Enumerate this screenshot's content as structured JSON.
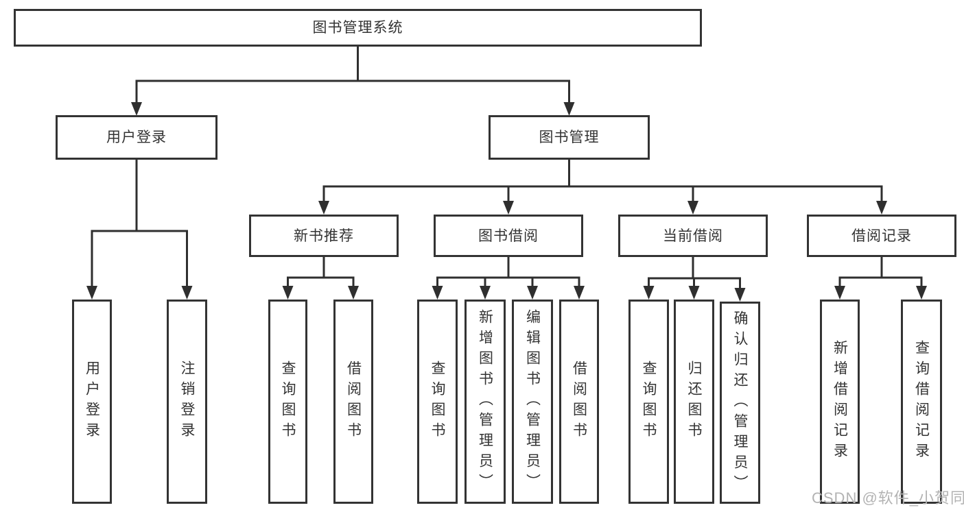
{
  "tree": {
    "root": {
      "label": "图书管理系统",
      "children": [
        {
          "label": "用户登录",
          "children": [
            {
              "label": "用户登录"
            },
            {
              "label": "注销登录"
            }
          ]
        },
        {
          "label": "图书管理",
          "children": [
            {
              "label": "新书推荐",
              "children": [
                {
                  "label": "查询图书"
                },
                {
                  "label": "借阅图书"
                }
              ]
            },
            {
              "label": "图书借阅",
              "children": [
                {
                  "label": "查询图书"
                },
                {
                  "label": "新增图书（管理员）"
                },
                {
                  "label": "编辑图书（管理员）"
                },
                {
                  "label": "借阅图书"
                }
              ]
            },
            {
              "label": "当前借阅",
              "children": [
                {
                  "label": "查询图书"
                },
                {
                  "label": "归还图书"
                },
                {
                  "label": "确认归还（管理员）"
                }
              ]
            },
            {
              "label": "借阅记录",
              "children": [
                {
                  "label": "新增借阅记录"
                },
                {
                  "label": "查询借阅记录"
                }
              ]
            }
          ]
        }
      ]
    }
  },
  "watermark": {
    "text": "CSDN @软件_小贺同学",
    "color": "#b3b3b3"
  },
  "colors": {
    "line": "#2f2f2f",
    "box_border": "#333333",
    "text": "#333333",
    "background": "#ffffff",
    "watermark": "#b3b3b3"
  }
}
